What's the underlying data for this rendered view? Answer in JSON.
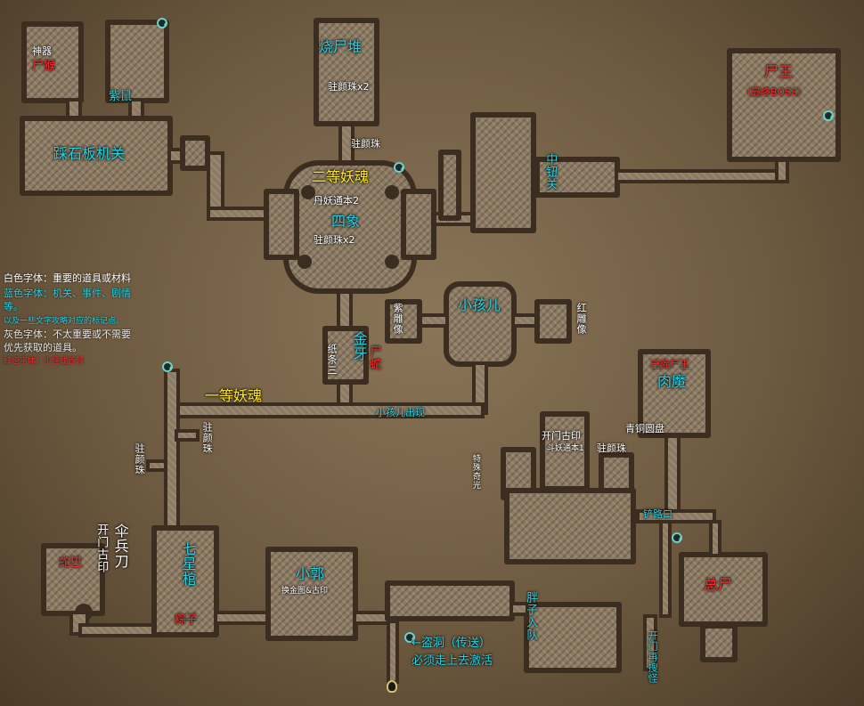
{
  "labels": {
    "shenqi": "神器",
    "shihou": "尸猴",
    "ziyu": "紫鼠",
    "caishiban": "踩石板机关",
    "shaoshidui": "烧尸堆",
    "zhuyan_x2_top": "驻颜珠x2",
    "zhuyan_center_top": "驻颜珠",
    "erdeng": "二等妖魂",
    "danyao": "丹妖通本2",
    "sixiang": "四象",
    "zhuyan_x2_center": "驻颜珠x2",
    "zhongdiao": "中钮关",
    "shiwang": "尸王",
    "shiwang_sub": "（最终BOSS）",
    "xiaohaier": "小孩儿",
    "zidiaoxiang": "紫雕像",
    "hongdiaoxiang": "红雕像",
    "jinya": "金牙",
    "zhisan": "纸条三",
    "jinya_red": "尸蛇",
    "yideng": "一等妖魂",
    "xiaohaier_exit": "小孩儿出现",
    "zhuyan_left1": "驻颜珠",
    "zhuyan_left2": "驻颜珠",
    "kaimen_guyin_top": "开门古印",
    "xieyao_tongben": "斗妖通本1",
    "zhuyan_right": "驻颜珠",
    "qingtong_guopan": "青铜圆盘",
    "roumo_red": "已除尸王",
    "roumo": "肉魔",
    "tefeng": "特殊奇光",
    "qianlukou": "铲路口",
    "zongshi": "总尸",
    "kaimen_guyin_left": "开门古印",
    "sanbingdao": "伞兵刀",
    "xiangu": "蛇巴",
    "qixingguan": "七星棺",
    "zongzi": "粽子",
    "xiaoguo": "小郭",
    "huo_jinyin": "换金图&古印",
    "pangzi": "胖子入队",
    "chuansong": "←盗洞（传送）",
    "chuansong_sub": "必须走上去激活",
    "kaimen_liangpei": "开门再搜怪"
  },
  "legend": {
    "white": "白色字体：重要的道具或材料",
    "cyan": "蓝色字体：机关、事件、剧情等。",
    "cyan_small": "以及一些文字攻略对应的标记点。",
    "gray": "灰色字体：不太重要或不需要优先获取的道具。",
    "red": "红色字体：小怪或首领"
  },
  "colors": {
    "white": "#ffffff",
    "cyan": "#22d3e6",
    "red": "#ff2a2a",
    "yellow": "#ffe81f",
    "room": "#8c7a62",
    "wall": "#3b2d1f"
  },
  "icons": [
    "teleport-icon",
    "entrance-icon"
  ]
}
